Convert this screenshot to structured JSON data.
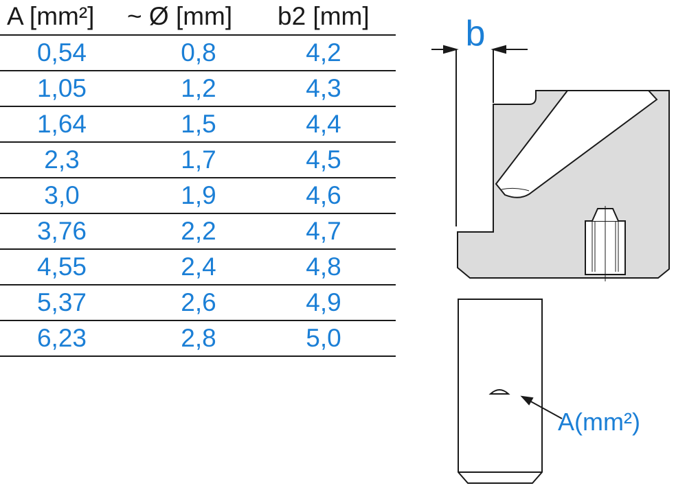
{
  "table": {
    "headers": [
      "A [mm²]",
      "~ Ø [mm]",
      "b2 [mm]"
    ],
    "rows": [
      [
        "0,54",
        "0,8",
        "4,2"
      ],
      [
        "1,05",
        "1,2",
        "4,3"
      ],
      [
        "1,64",
        "1,5",
        "4,4"
      ],
      [
        "2,3",
        "1,7",
        "4,5"
      ],
      [
        "3,0",
        "1,9",
        "4,6"
      ],
      [
        "3,76",
        "2,2",
        "4,7"
      ],
      [
        "4,55",
        "2,4",
        "4,8"
      ],
      [
        "5,37",
        "2,6",
        "4,9"
      ],
      [
        "6,23",
        "2,8",
        "5,0"
      ]
    ]
  },
  "diagram": {
    "dimension_label": "b",
    "area_label": "A(mm²)"
  },
  "colors": {
    "accent": "#1b7fd6",
    "line": "#1a1a1a",
    "fill_gray": "#dcdcdc"
  }
}
